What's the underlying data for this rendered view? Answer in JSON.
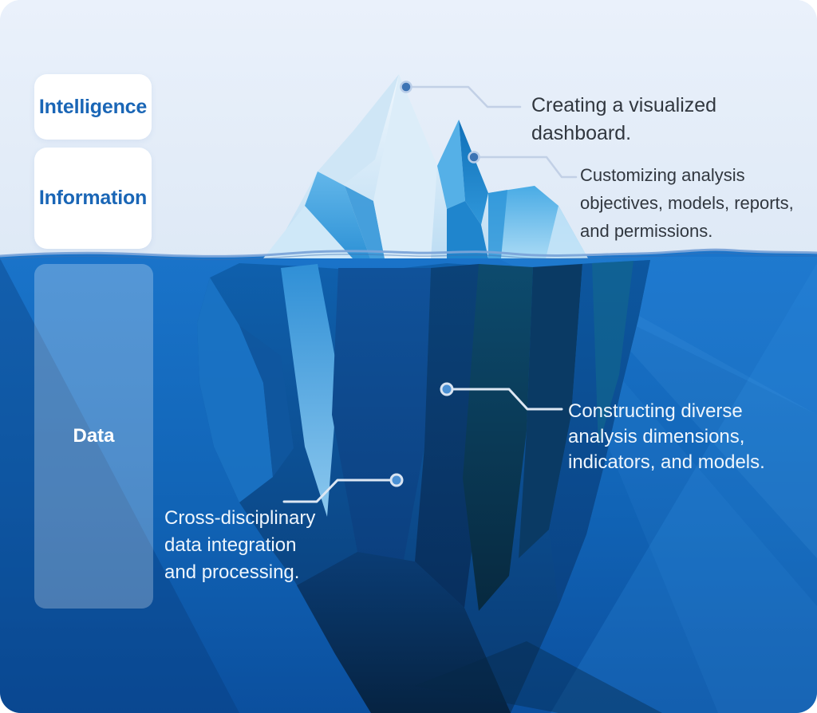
{
  "layers": {
    "intelligence": {
      "label": "Intelligence"
    },
    "information": {
      "label": "Information"
    },
    "data": {
      "label": "Data"
    }
  },
  "annotations": {
    "dashboard": {
      "text": "Creating a visualized dashboard."
    },
    "customizing": {
      "text": "Customizing analysis objectives, models, reports, and permissions."
    },
    "constructing": {
      "text": "Constructing diverse analysis dimensions, indicators, and models."
    },
    "cross": {
      "text": "Cross-disciplinary data integration and processing."
    }
  },
  "icons": {
    "callout_dot": "connector-dot"
  },
  "colors": {
    "sky": "#e6eefa",
    "water_top": "#1a74ca",
    "water_bottom": "#0b4f9e",
    "waterline_stroke": "#7ba4d8",
    "card_bg": "#ffffff",
    "card_label": "#1a66b6",
    "data_card_label": "#ffffff",
    "annotation_dark": "#31373f",
    "annotation_light": "#eef5fc",
    "callout_line_above": "#c2d0e6",
    "callout_line_below": "#dde7f3",
    "callout_dot_above_fill": "#3d74b4",
    "callout_dot_below_fill": "#4a90d4"
  }
}
